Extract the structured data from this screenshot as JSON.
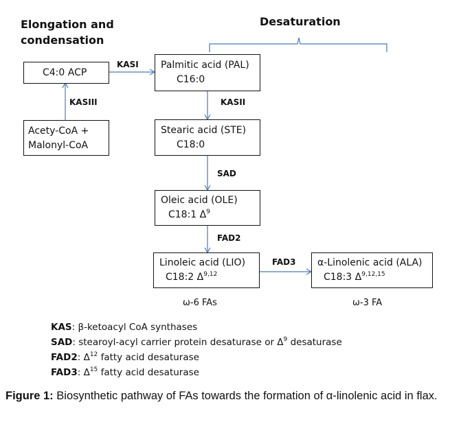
{
  "headings": {
    "elongation_line1": "Elongation and",
    "elongation_line2": "condensation",
    "desaturation": "Desaturation"
  },
  "nodes": {
    "c4acp": {
      "line1": "C4:0 ACP"
    },
    "acetyl": {
      "line1": "Acety-CoA +",
      "line2": "Malonyl-CoA"
    },
    "pal": {
      "line1": "Palmitic acid (PAL)",
      "line2": "C16:0"
    },
    "ste": {
      "line1": "Stearic acid (STE)",
      "line2": "C18:0"
    },
    "ole": {
      "line1": "Oleic  acid (OLE)",
      "line2": "C18:1 Δ",
      "line2_sup": "9"
    },
    "lio": {
      "line1": "Linoleic  acid (LIO)",
      "line2": "C18:2 Δ",
      "line2_sup": "9,12"
    },
    "ala": {
      "line1": "α-Linolenic  acid (ALA)",
      "line2": "C18:3 Δ",
      "line2_sup": "9,12,15"
    }
  },
  "enzymes": {
    "kasi": "KASI",
    "kasiii": "KASIII",
    "kasii": "KASII",
    "sad": "SAD",
    "fad2": "FAD2",
    "fad3": "FAD3"
  },
  "notes": {
    "omega6": "ω-6 FAs",
    "omega3": "ω-3 FA"
  },
  "legend": [
    {
      "term": "KAS",
      "sep": ": ",
      "text": "β-ketoacyl CoA synthases"
    },
    {
      "term": "SAD",
      "sep": ": ",
      "text": "stearoyl-acyl carrier protein desaturase or Δ",
      "sup": "9",
      "text_after": " desaturase"
    },
    {
      "term": "FAD2",
      "sep": ": ",
      "text": "Δ",
      "sup": "12",
      "text_after": " fatty acid desaturase"
    },
    {
      "term": "FAD3",
      "sep": ": ",
      "text": "Δ",
      "sup": "15",
      "text_after": " fatty acid desaturase"
    }
  ],
  "caption": {
    "label": "Figure 1:",
    "text": " Biosynthetic pathway of FAs towards the formation of α-linolenic acid in flax."
  },
  "colors": {
    "arrow": "#4a7ab5",
    "box_border": "#111111"
  }
}
